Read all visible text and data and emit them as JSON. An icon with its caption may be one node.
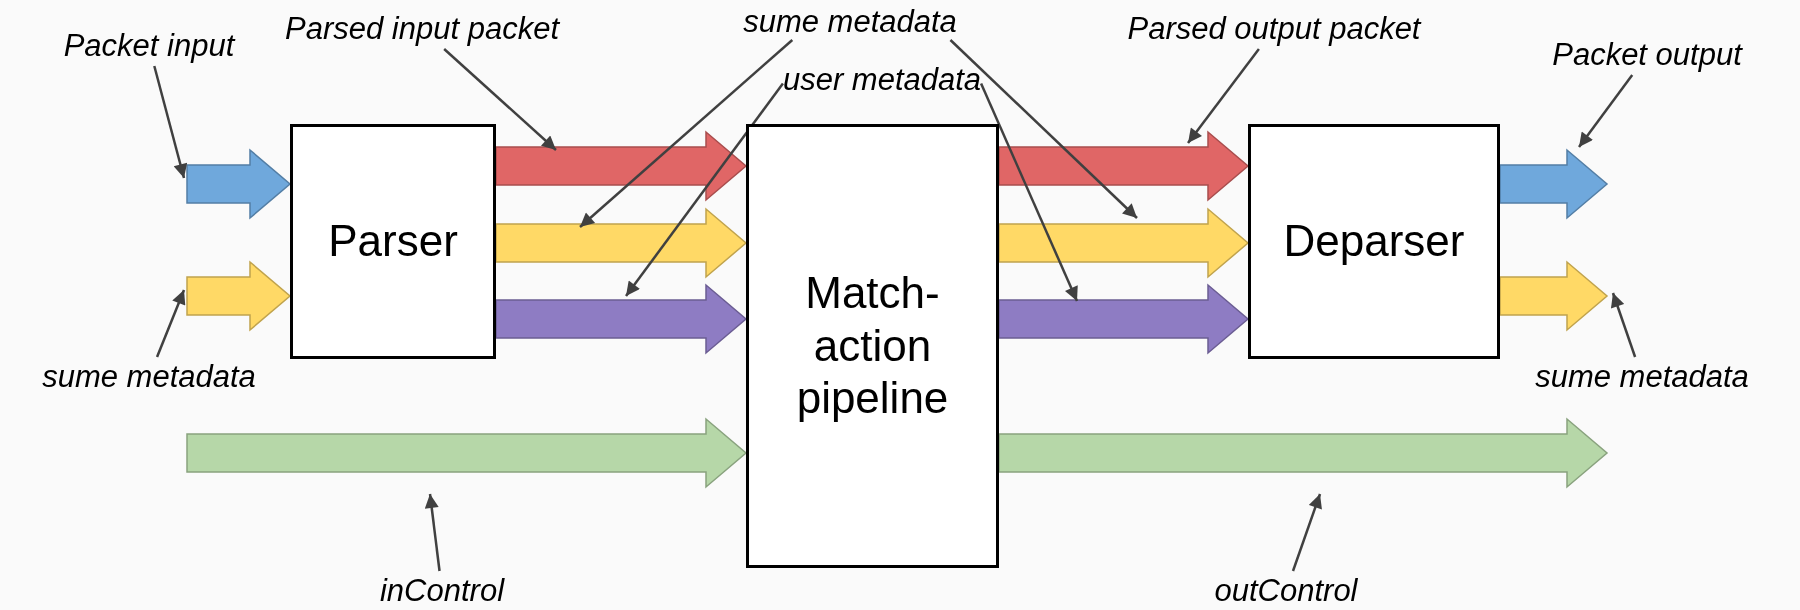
{
  "diagram": {
    "nodes": [
      {
        "text": [
          "Packet input"
        ]
      },
      {
        "text": [
          "Parsed input packet"
        ]
      },
      {
        "text": [
          "sume metadata"
        ]
      },
      {
        "text": [
          "user metadata"
        ]
      },
      {
        "text": [
          "Parsed output packet"
        ]
      },
      {
        "text": [
          "Packet output"
        ]
      },
      {
        "text": [
          "Parser"
        ]
      },
      {
        "text": [
          "Match-action pipeline"
        ]
      },
      {
        "text": [
          "Deparser"
        ]
      },
      {
        "text": [
          "sume metadata"
        ]
      },
      {
        "text": [
          "sume metadata"
        ]
      },
      {
        "text": [
          "inControl"
        ]
      },
      {
        "text": [
          "outControl"
        ]
      }
    ],
    "edges": [
      {
        "from": null,
        "to": 6,
        "arrow": "to",
        "style": "thick",
        "color": "#6fa8dc"
      },
      {
        "from": null,
        "to": 6,
        "arrow": "to",
        "style": "thick",
        "color": "#ffd966"
      },
      {
        "from": 6,
        "to": 7,
        "arrow": "to",
        "style": "thick",
        "color": "#e06666"
      },
      {
        "from": 6,
        "to": 7,
        "arrow": "to",
        "style": "thick",
        "color": "#ffd966"
      },
      {
        "from": 6,
        "to": 7,
        "arrow": "to",
        "style": "thick",
        "color": "#8e7cc3"
      },
      {
        "from": null,
        "to": 7,
        "arrow": "to",
        "style": "thick",
        "color": "#b6d7a8"
      },
      {
        "from": 7,
        "to": 8,
        "arrow": "to",
        "style": "thick",
        "color": "#e06666"
      },
      {
        "from": 7,
        "to": 8,
        "arrow": "to",
        "style": "thick",
        "color": "#ffd966"
      },
      {
        "from": 7,
        "to": 8,
        "arrow": "to",
        "style": "thick",
        "color": "#8e7cc3"
      },
      {
        "from": 8,
        "to": null,
        "arrow": "to",
        "style": "thick",
        "color": "#6fa8dc"
      },
      {
        "from": 8,
        "to": null,
        "arrow": "to",
        "style": "thick",
        "color": "#ffd966"
      },
      {
        "from": 7,
        "to": null,
        "arrow": "to",
        "style": "thick",
        "color": "#b6d7a8"
      },
      {
        "from": 0,
        "to": null,
        "arrow": "to"
      },
      {
        "from": 1,
        "to": null,
        "arrow": "to"
      },
      {
        "from": 2,
        "to": null,
        "arrow": "to"
      },
      {
        "from": 2,
        "to": null,
        "arrow": "to"
      },
      {
        "from": 3,
        "to": null,
        "arrow": "to"
      },
      {
        "from": 3,
        "to": null,
        "arrow": "to"
      },
      {
        "from": 4,
        "to": null,
        "arrow": "to"
      },
      {
        "from": 5,
        "to": null,
        "arrow": "to"
      },
      {
        "from": 9,
        "to": null,
        "arrow": "to"
      },
      {
        "from": 10,
        "to": null,
        "arrow": "to"
      },
      {
        "from": 11,
        "to": null,
        "arrow": "to"
      },
      {
        "from": 12,
        "to": null,
        "arrow": "to"
      }
    ]
  }
}
